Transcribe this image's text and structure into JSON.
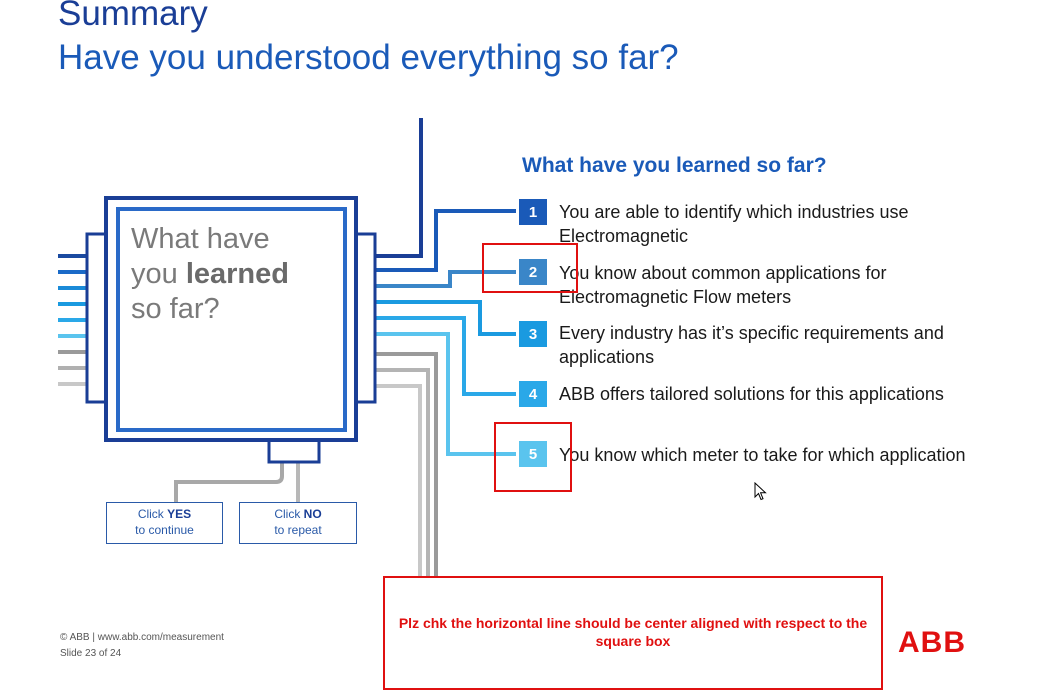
{
  "title": {
    "line1": "Summary",
    "line2": "Have you understood everything so far?"
  },
  "chip": {
    "line1": "What have",
    "line2_prefix": "you ",
    "line2_bold": "learned",
    "line3": "so far?"
  },
  "heading": "What have you learned so far?",
  "items": [
    {
      "number": "1",
      "text": "You are able to identify which industries use Electromagnetic",
      "color": "#1a5ab8"
    },
    {
      "number": "2",
      "text": "You know about common applications for Electromagnetic Flow meters",
      "color": "#3a86c8"
    },
    {
      "number": "3",
      "text": "Every industry has it’s specific requirements and applications",
      "color": "#1a9ae0"
    },
    {
      "number": "4",
      "text": "ABB offers tailored solutions for this applications",
      "color": "#2aa8e8"
    },
    {
      "number": "5",
      "text": "You know which meter to take for which application",
      "color": "#5ac4ee"
    }
  ],
  "buttons": {
    "yes": {
      "prefix": "Click ",
      "highlight": "YES",
      "sub": "to continue"
    },
    "no": {
      "prefix": "Click ",
      "highlight": "NO",
      "sub": "to repeat"
    }
  },
  "comment": "Plz chk the horizontal line should be center aligned with respect to the square box",
  "footer": {
    "line1": "© ABB | www.abb.com/measurement",
    "line2": "Slide 23 of 24"
  },
  "logo": "ABB"
}
